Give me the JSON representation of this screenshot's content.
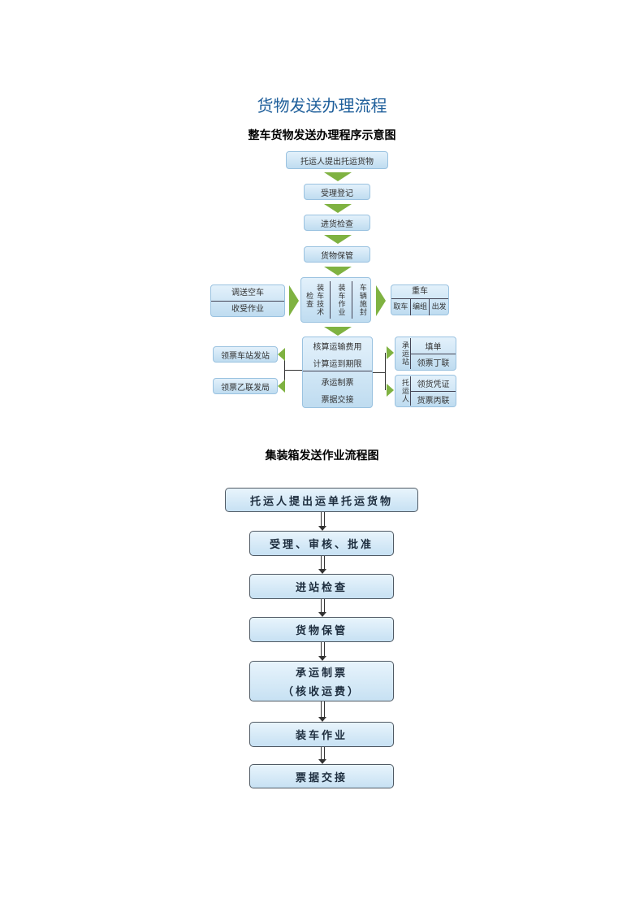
{
  "title": "货物发送办理流程",
  "diagram1": {
    "heading": "整车货物发送办理程序示意图",
    "steps": [
      "托运人提出托运货物",
      "受理登记",
      "进货检查",
      "货物保管"
    ],
    "left_box": {
      "top": "调送空车",
      "bottom": "收受作业"
    },
    "center_col1": "装车技术检查",
    "center_col2": "装车作业",
    "center_col3": "车辆施封",
    "right_box": {
      "top": "重车",
      "cells": [
        "取车",
        "编组",
        "出发"
      ]
    },
    "lower_center": [
      "核算运输费用",
      "计算运到期限",
      "承运制票",
      "票据交接"
    ],
    "lower_left": [
      "领票车站发站",
      "领票乙联发局"
    ],
    "lower_right_top": {
      "label": "承运站",
      "items": [
        "填单",
        "领票丁联"
      ]
    },
    "lower_right_bottom": {
      "label": "托运人",
      "items": [
        "领货凭证",
        "货票丙联"
      ]
    }
  },
  "diagram2": {
    "heading": "集装箱发送作业流程图",
    "steps": [
      {
        "line1": "托运人提出运单托运货物",
        "line2": ""
      },
      {
        "line1": "受理、审核、批准",
        "line2": ""
      },
      {
        "line1": "进站检查",
        "line2": ""
      },
      {
        "line1": "货物保管",
        "line2": ""
      },
      {
        "line1": "承运制票",
        "line2": "（核收运费）"
      },
      {
        "line1": "装车作业",
        "line2": ""
      },
      {
        "line1": "票据交接",
        "line2": ""
      }
    ]
  }
}
